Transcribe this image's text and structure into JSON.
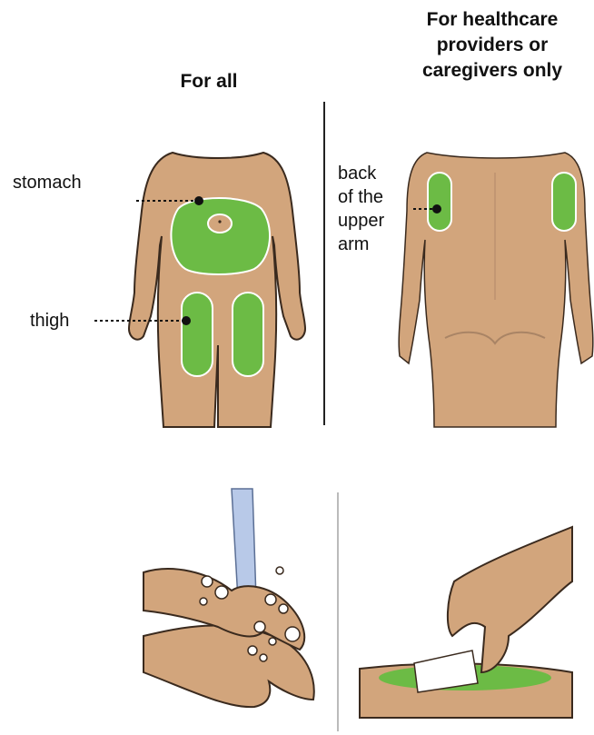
{
  "columns": {
    "left_heading": "For all",
    "right_heading": "For healthcare\nproviders or\ncaregivers only"
  },
  "labels": {
    "stomach": "stomach",
    "thigh": "thigh",
    "back_of_upper_arm": "back\nof the\nupper\narm"
  },
  "colors": {
    "skin": "#d2a57c",
    "skin_outline": "#3a2a1e",
    "injection_area": "#6cbb45",
    "water": "#b8c9e8",
    "divider": "#222222"
  }
}
